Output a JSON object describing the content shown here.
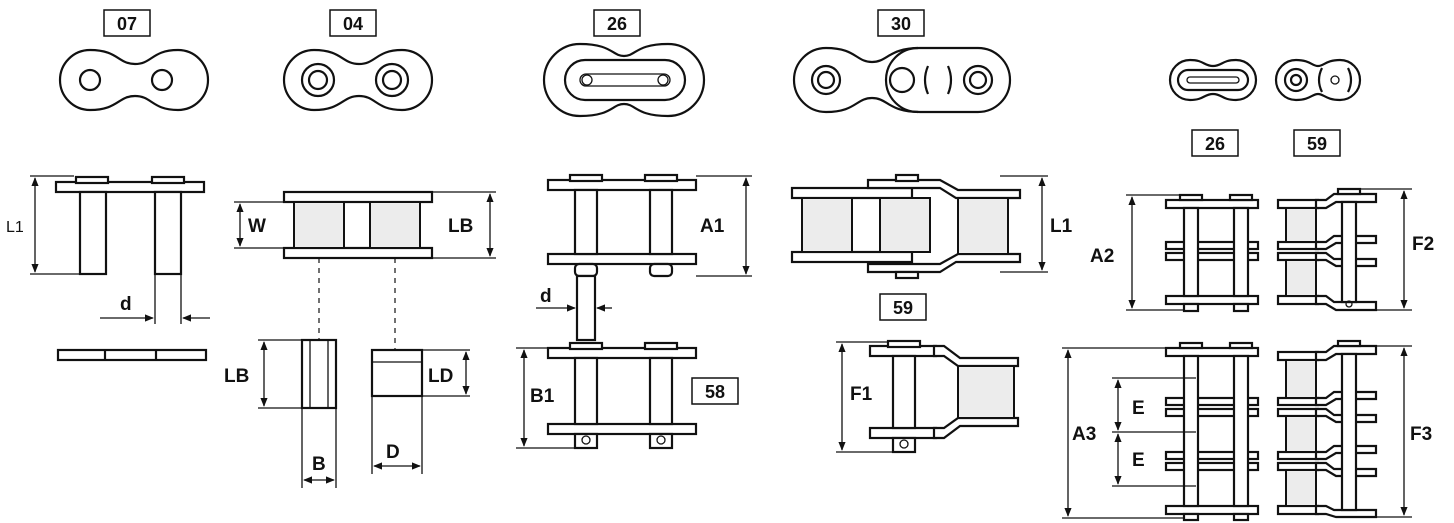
{
  "part_codes": {
    "c07": "07",
    "c04": "04",
    "c26": "26",
    "c30": "30",
    "c26b": "26",
    "c59": "59",
    "c59b": "59",
    "c58": "58"
  },
  "dimension_labels": {
    "L1": "L1",
    "d": "d",
    "W": "W",
    "LB": "LB",
    "LB2": "LB",
    "LD": "LD",
    "B": "B",
    "D": "D",
    "A1": "A1",
    "d2": "d",
    "B1": "B1",
    "L1b": "L1",
    "F1": "F1",
    "A2": "A2",
    "F2": "F2",
    "A3": "A3",
    "E1": "E",
    "E2": "E",
    "F3": "F3"
  }
}
